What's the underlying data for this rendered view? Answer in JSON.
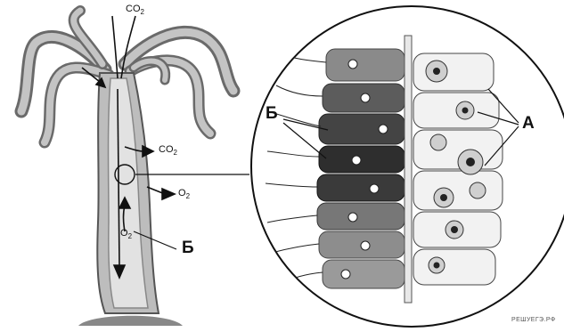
{
  "labels": {
    "b_label_hydra": "Б",
    "b_label_cells": "Б",
    "a_label_cells": "А",
    "co2_top": {
      "base": "CO",
      "sub": "2"
    },
    "co2_side": {
      "base": "CO",
      "sub": "2"
    },
    "o2_side": {
      "base": "O",
      "sub": "2"
    },
    "o2_inside": {
      "base": "O",
      "sub": "2"
    }
  },
  "watermark": "РЕШУЕГЭ.РФ"
}
